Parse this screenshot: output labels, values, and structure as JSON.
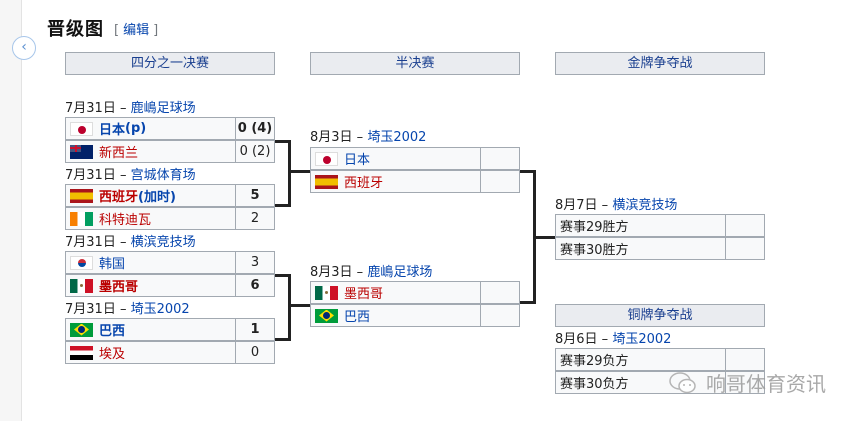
{
  "page": {
    "title": "晋级图",
    "edit_bracket_left": "[",
    "edit_label": "编辑",
    "edit_bracket_right": "]",
    "collapse_icon": "‹"
  },
  "rounds": {
    "quarterfinals": "四分之一决赛",
    "semifinals": "半决赛",
    "gold_medal": "金牌争夺战",
    "bronze_medal": "铜牌争夺战"
  },
  "quarterfinals": [
    {
      "date": "7月31日 – ",
      "venue": "鹿嶋足球场",
      "teams": [
        {
          "flag": "japan-flag",
          "name": "日本",
          "note": " (p)",
          "score": "0 (4)",
          "winner": true
        },
        {
          "flag": "new-zealand-flag",
          "name": "新西兰",
          "note": "",
          "score": "0 (2)",
          "winner": false
        }
      ]
    },
    {
      "date": "7月31日 – ",
      "venue": "宫城体育场",
      "teams": [
        {
          "flag": "spain-flag",
          "name": "西班牙",
          "note": " (加时)",
          "score": "5",
          "winner": true
        },
        {
          "flag": "ivory-coast-flag",
          "name": "科特迪瓦",
          "note": "",
          "score": "2",
          "winner": false
        }
      ]
    },
    {
      "date": "7月31日 – ",
      "venue": "横滨竞技场",
      "teams": [
        {
          "flag": "south-korea-flag",
          "name": "韩国",
          "note": "",
          "score": "3",
          "winner": false
        },
        {
          "flag": "mexico-flag",
          "name": "墨西哥",
          "note": "",
          "score": "6",
          "winner": true
        }
      ]
    },
    {
      "date": "7月31日 – ",
      "venue": "埼玉2002",
      "teams": [
        {
          "flag": "brazil-flag",
          "name": "巴西",
          "note": "",
          "score": "1",
          "winner": true
        },
        {
          "flag": "egypt-flag",
          "name": "埃及",
          "note": "",
          "score": "0",
          "winner": false
        }
      ]
    }
  ],
  "semifinals": [
    {
      "date": "8月3日 – ",
      "venue": "埼玉2002",
      "teams": [
        {
          "flag": "japan-flag",
          "name": "日本",
          "score": ""
        },
        {
          "flag": "spain-flag",
          "name": "西班牙",
          "score": ""
        }
      ]
    },
    {
      "date": "8月3日 – ",
      "venue": "鹿嶋足球场",
      "teams": [
        {
          "flag": "mexico-flag",
          "name": "墨西哥",
          "score": ""
        },
        {
          "flag": "brazil-flag",
          "name": "巴西",
          "score": ""
        }
      ]
    }
  ],
  "final": {
    "date": "8月7日 – ",
    "venue": "横滨竞技场",
    "teams": [
      {
        "name": "赛事29胜方",
        "score": ""
      },
      {
        "name": "赛事30胜方",
        "score": ""
      }
    ]
  },
  "bronze": {
    "date": "8月6日 – ",
    "venue": "埼玉2002",
    "teams": [
      {
        "name": "赛事29负方",
        "score": ""
      },
      {
        "name": "赛事30负方",
        "score": ""
      }
    ]
  },
  "watermark": {
    "icon": "wechat-icon",
    "text": "响哥体育资讯"
  },
  "colors": {
    "link": "#0645ad",
    "red_link": "#ba0000",
    "header_bg": "#eaecf0",
    "cell_bg": "#f8f9fa",
    "border": "#a2a9b1"
  }
}
